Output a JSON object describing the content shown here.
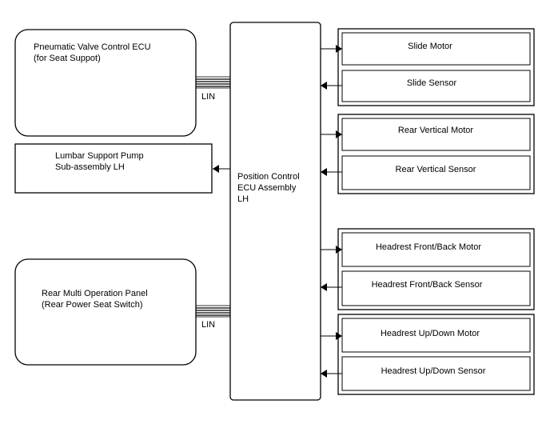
{
  "left": {
    "pneumatic_ecu": {
      "line1": "Pneumatic Valve Control ECU",
      "line2": "(for Seat Suppot)"
    },
    "lumbar_pump": {
      "line1": "Lumbar Support Pump",
      "line2": "Sub-assembly LH"
    },
    "rear_panel": {
      "line1": "Rear Multi Operation Panel",
      "line2": "(Rear Power Seat Switch)"
    },
    "lin_top": "LIN",
    "lin_bottom": "LIN"
  },
  "center": {
    "line1": "Position Control",
    "line2": "ECU Assembly",
    "line3": "LH"
  },
  "right": {
    "slide_motor": "Slide Motor",
    "slide_sensor": "Slide Sensor",
    "rear_vertical_motor": "Rear Vertical Motor",
    "rear_vertical_sensor": "Rear Vertical Sensor",
    "headrest_fb_motor": "Headrest Front/Back Motor",
    "headrest_fb_sensor": "Headrest Front/Back Sensor",
    "headrest_ud_motor": "Headrest Up/Down Motor",
    "headrest_ud_sensor": "Headrest Up/Down Sensor"
  }
}
